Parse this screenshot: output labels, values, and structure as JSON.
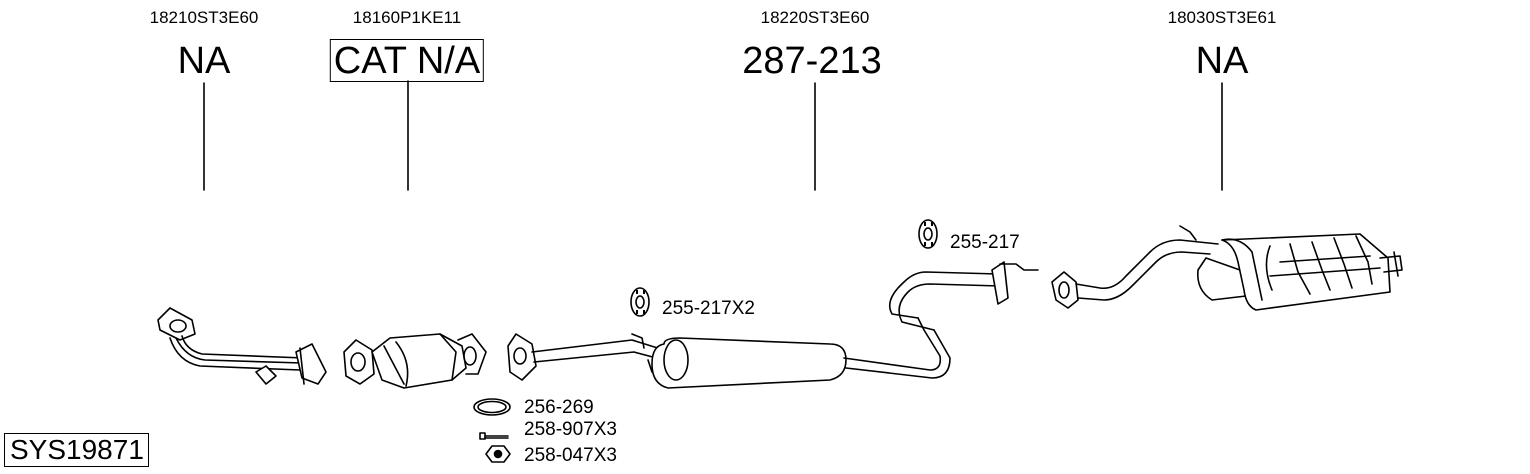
{
  "components": [
    {
      "oem": "18210ST3E60",
      "ref": "NA",
      "boxed": false
    },
    {
      "oem": "18160P1KE11",
      "ref": "CAT N/A",
      "boxed": true
    },
    {
      "oem": "18220ST3E60",
      "ref": "287-213",
      "boxed": false
    },
    {
      "oem": "18030ST3E61",
      "ref": "NA",
      "boxed": false
    }
  ],
  "fittings": {
    "hanger_pair": "255-217X2",
    "hanger_single": "255-217",
    "gasket": "256-269",
    "bolt": "258-907X3",
    "nut": "258-047X3"
  },
  "system_id": "SYS19871"
}
